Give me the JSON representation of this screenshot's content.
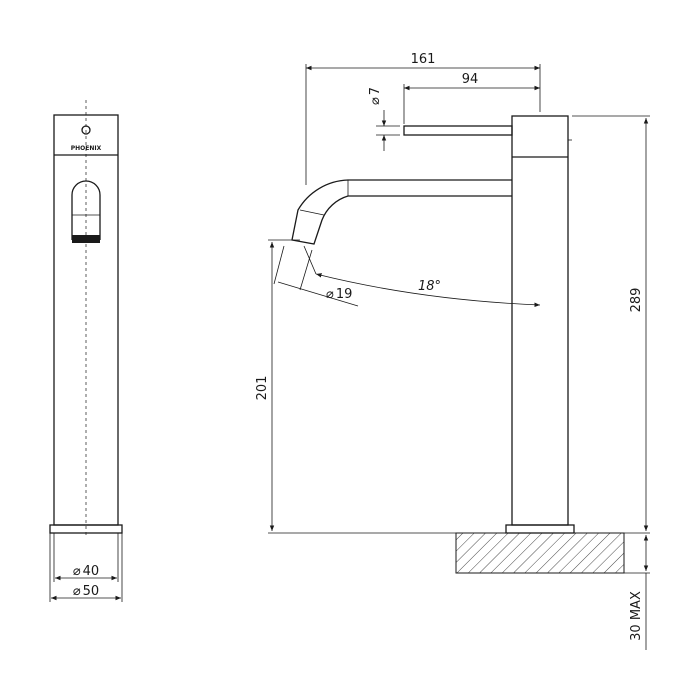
{
  "front_view": {
    "brand": "PHOENIX",
    "dim_d40": "40",
    "dim_d50": "50"
  },
  "side_view": {
    "dim_161": "161",
    "dim_94": "94",
    "dim_d7": "7",
    "dim_d19": "19",
    "angle_label": "18°",
    "dim_201": "201",
    "dim_289": "289",
    "dim_30max": "30 MAX"
  },
  "symbols": {
    "diameter": "⌀"
  }
}
